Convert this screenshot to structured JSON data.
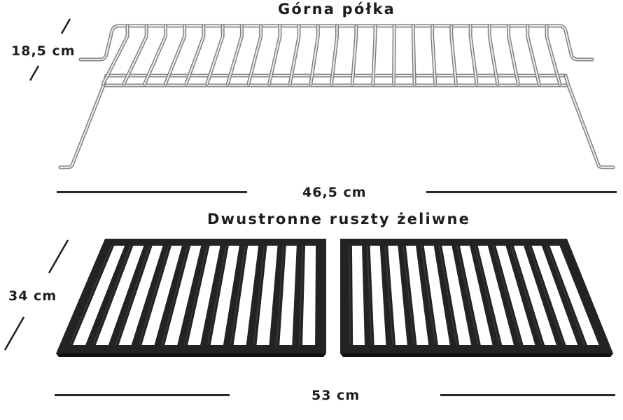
{
  "sections": {
    "top_shelf": {
      "title": "Górna półka",
      "height_label": "18,5 cm",
      "width_label": "46,5 cm",
      "wire_slat_count": 23,
      "material_color": "#b8b8b8"
    },
    "cast_iron_grates": {
      "title": "Dwustronne ruszty żeliwne",
      "depth_label": "34 cm",
      "width_label": "53 cm",
      "grate_count": 2,
      "left_grate_bar_count": 11,
      "right_grate_bar_count": 12,
      "material_color": "#222222"
    }
  },
  "colors": {
    "background": "#ffffff",
    "text": "#1d1d1b",
    "dimension_line": "#2a2a2a"
  }
}
